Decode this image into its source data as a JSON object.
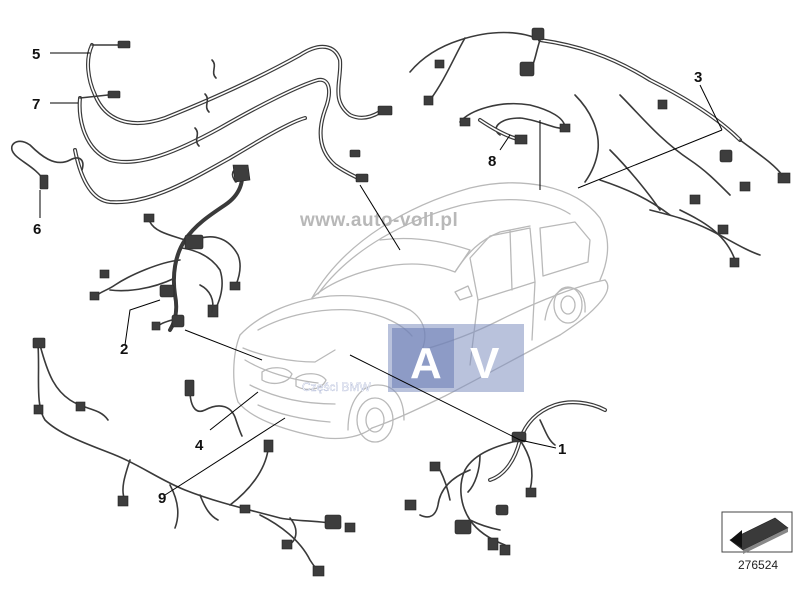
{
  "watermark": "www.auto-voll.pl",
  "logo": {
    "letters": [
      "A",
      "V"
    ],
    "caption": "Części BMW"
  },
  "callouts": [
    "1",
    "2",
    "3",
    "4",
    "5",
    "6",
    "7",
    "8",
    "9"
  ],
  "reference_number": "276524",
  "colors": {
    "car_outline": "#b9b9b9",
    "harness": "#3a3a3a",
    "logo_box": "#7f8fbf"
  },
  "icons": [
    "arrow-symbol-icon"
  ]
}
